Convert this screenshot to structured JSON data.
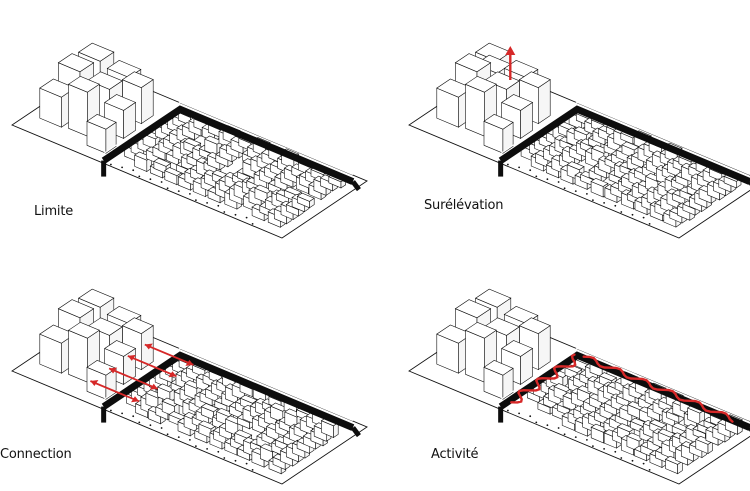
{
  "panels": [
    {
      "label": "Limite",
      "variant": "plain"
    },
    {
      "label": "Surélévation",
      "variant": "elevation"
    },
    {
      "label": "Connection",
      "variant": "connection"
    },
    {
      "label": "Activité",
      "variant": "activity"
    }
  ],
  "colors": {
    "ink": "#111111",
    "wall": "#0d0d0d",
    "accent": "#d62828",
    "paper": "#ffffff"
  }
}
